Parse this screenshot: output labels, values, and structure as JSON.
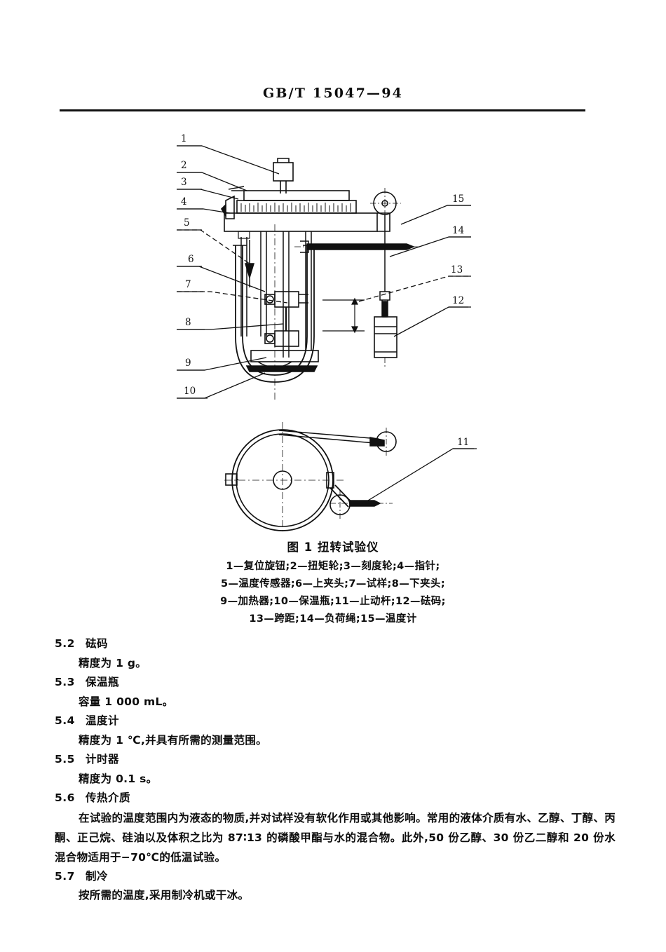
{
  "header": {
    "standard_number": "GB/T  15047—94"
  },
  "figure": {
    "caption": "图 1   扭转试验仪",
    "legend_lines": [
      "1—复位旋钮;2—扭矩轮;3—刻度轮;4—指针;",
      "5—温度传感器;6—上夹头;7—试样;8—下夹头;",
      "9—加热器;10—保温瓶;11—止动杆;12—砝码;",
      "13—跨距;14—负荷绳;15—温度计"
    ],
    "callouts": [
      {
        "id": "1",
        "label": "复位旋钮"
      },
      {
        "id": "2",
        "label": "扭矩轮"
      },
      {
        "id": "3",
        "label": "刻度轮"
      },
      {
        "id": "4",
        "label": "指针"
      },
      {
        "id": "5",
        "label": "温度传感器"
      },
      {
        "id": "6",
        "label": "上夹头"
      },
      {
        "id": "7",
        "label": "试样"
      },
      {
        "id": "8",
        "label": "下夹头"
      },
      {
        "id": "9",
        "label": "加热器"
      },
      {
        "id": "10",
        "label": "保温瓶"
      },
      {
        "id": "11",
        "label": "止动杆"
      },
      {
        "id": "12",
        "label": "砝码"
      },
      {
        "id": "13",
        "label": "跨距"
      },
      {
        "id": "14",
        "label": "负荷绳"
      },
      {
        "id": "15",
        "label": "温度计"
      }
    ]
  },
  "sections": [
    {
      "number": "5.2",
      "title": "砝码",
      "body": "精度为 1 g。"
    },
    {
      "number": "5.3",
      "title": "保温瓶",
      "body": "容量 1 000 mL。"
    },
    {
      "number": "5.4",
      "title": "温度计",
      "body": "精度为 1 ℃,并具有所需的测量范围。"
    },
    {
      "number": "5.5",
      "title": "计时器",
      "body": "精度为 0.1 s。"
    },
    {
      "number": "5.6",
      "title": "传热介质",
      "body": "在试验的温度范围内为液态的物质,并对试样没有软化作用或其他影响。常用的液体介质有水、乙醇、丁醇、丙酮、正己烷、硅油以及体积之比为 87∶13 的磷酸甲酯与水的混合物。此外,50 份乙醇、30 份乙二醇和 20 份水混合物适用于−70℃的低温试验。"
    },
    {
      "number": "5.7",
      "title": "制冷",
      "body": "按所需的温度,采用制冷机或干冰。"
    }
  ],
  "colors": {
    "ink": "#0d0d0d",
    "rule": "#111111",
    "paper": "#ffffff"
  }
}
